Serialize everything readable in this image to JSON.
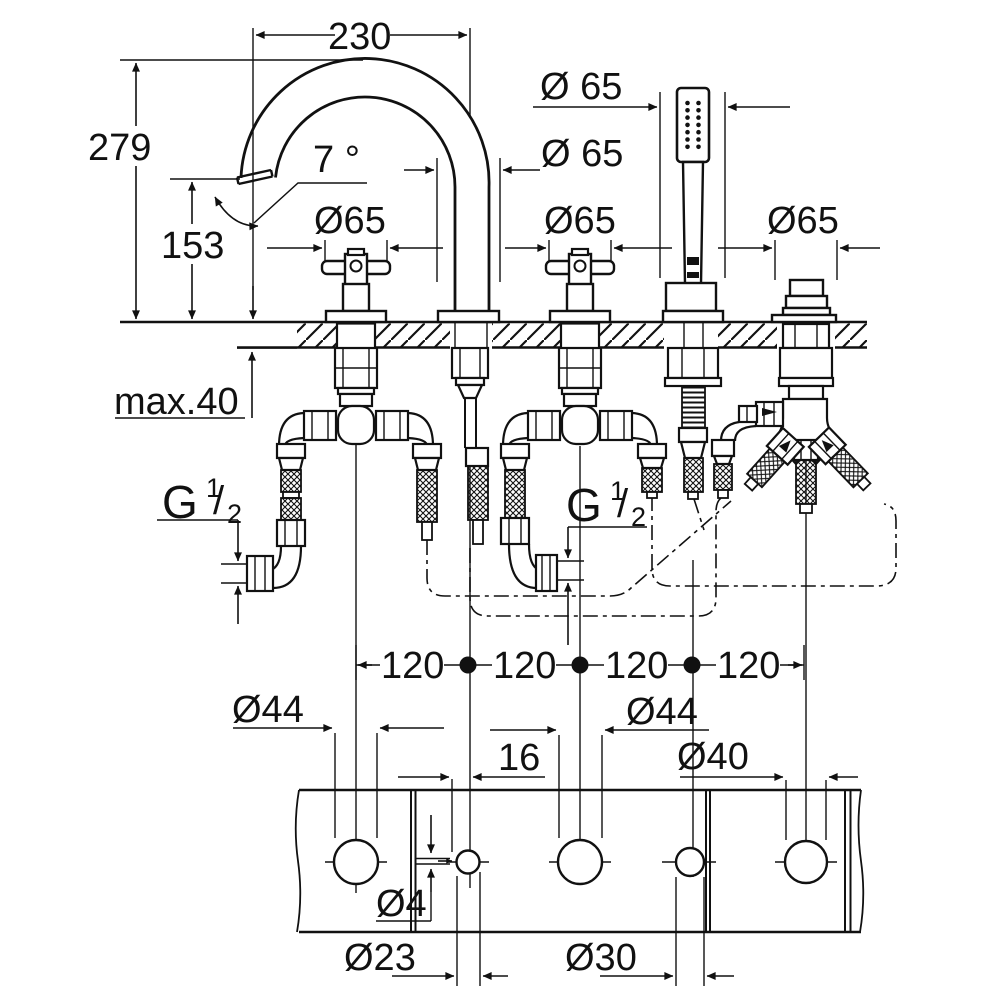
{
  "drawing": {
    "type": "technical-installation-diagram",
    "subject": "5-hole bath faucet combination: spout, two cross handles, hand shower, diverter",
    "background_color": "#ffffff",
    "line_color": "#111111",
    "dimensions": {
      "spout_reach": "230",
      "spout_height": "279",
      "outlet_height": "153",
      "outlet_angle": "7 °",
      "dia_handshower_escutcheon": "Ø 65",
      "dia_spout_escutcheon": "Ø 65",
      "dia_left_handle_escutcheon": "Ø65",
      "dia_middle_handle_escutcheon": "Ø65",
      "dia_diverter_escutcheon": "Ø65",
      "max_deck_thickness": "max.40",
      "thread_size": {
        "g": "G",
        "num": "1",
        "slash": "/",
        "den": "2"
      },
      "hole_spacing": [
        "120",
        "120",
        "120",
        "120"
      ],
      "plan_hole_dia44_left": "Ø44",
      "plan_hole_dia44_right": "Ø44",
      "plan_hole_dia40": "Ø40",
      "plan_offset_16": "16",
      "plan_pin_dia4": "Ø4",
      "plan_hole_dia23": "Ø23",
      "plan_hole_dia30": "Ø30"
    }
  }
}
